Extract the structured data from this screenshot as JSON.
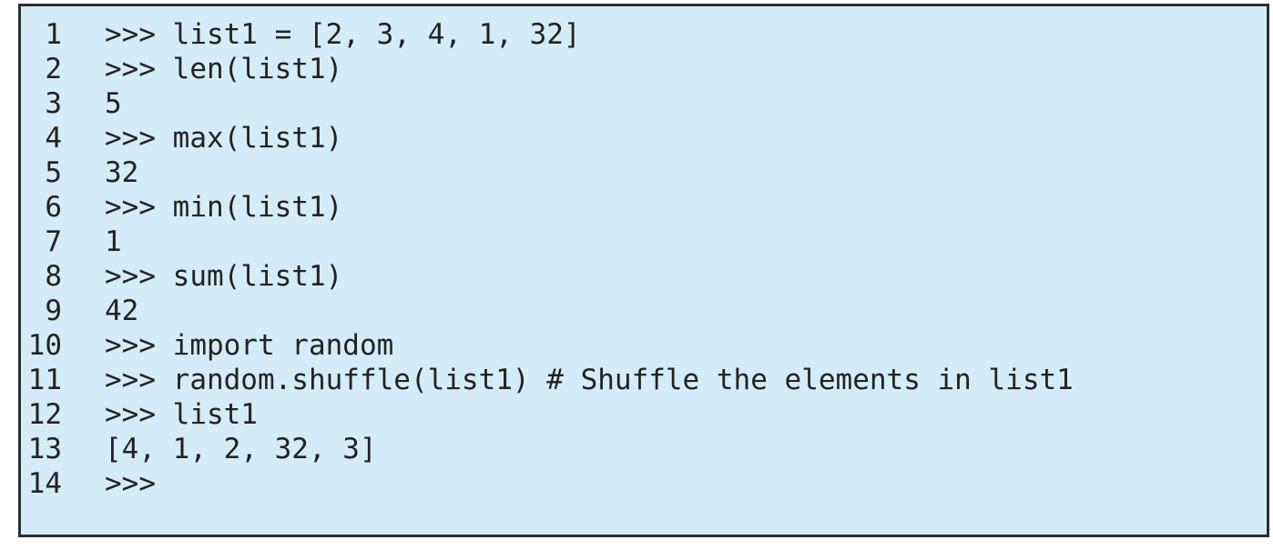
{
  "listing": {
    "kind": "python-interactive-session",
    "background_color": "#d4ecf7",
    "border_color": "#2e2e30",
    "text_color": "#232222",
    "prompt": ">>>",
    "lines": [
      {
        "num": "1",
        "code": ">>> list1 = [2, 3, 4, 1, 32]"
      },
      {
        "num": "2",
        "code": ">>> len(list1)"
      },
      {
        "num": "3",
        "code": "5"
      },
      {
        "num": "4",
        "code": ">>> max(list1)"
      },
      {
        "num": "5",
        "code": "32"
      },
      {
        "num": "6",
        "code": ">>> min(list1)"
      },
      {
        "num": "7",
        "code": "1"
      },
      {
        "num": "8",
        "code": ">>> sum(list1)"
      },
      {
        "num": "9",
        "code": "42"
      },
      {
        "num": "10",
        "code": ">>> import random"
      },
      {
        "num": "11",
        "code": ">>> random.shuffle(list1) # Shuffle the elements in list1"
      },
      {
        "num": "12",
        "code": ">>> list1"
      },
      {
        "num": "13",
        "code": "[4, 1, 2, 32, 3]"
      },
      {
        "num": "14",
        "code": ">>>"
      }
    ]
  }
}
